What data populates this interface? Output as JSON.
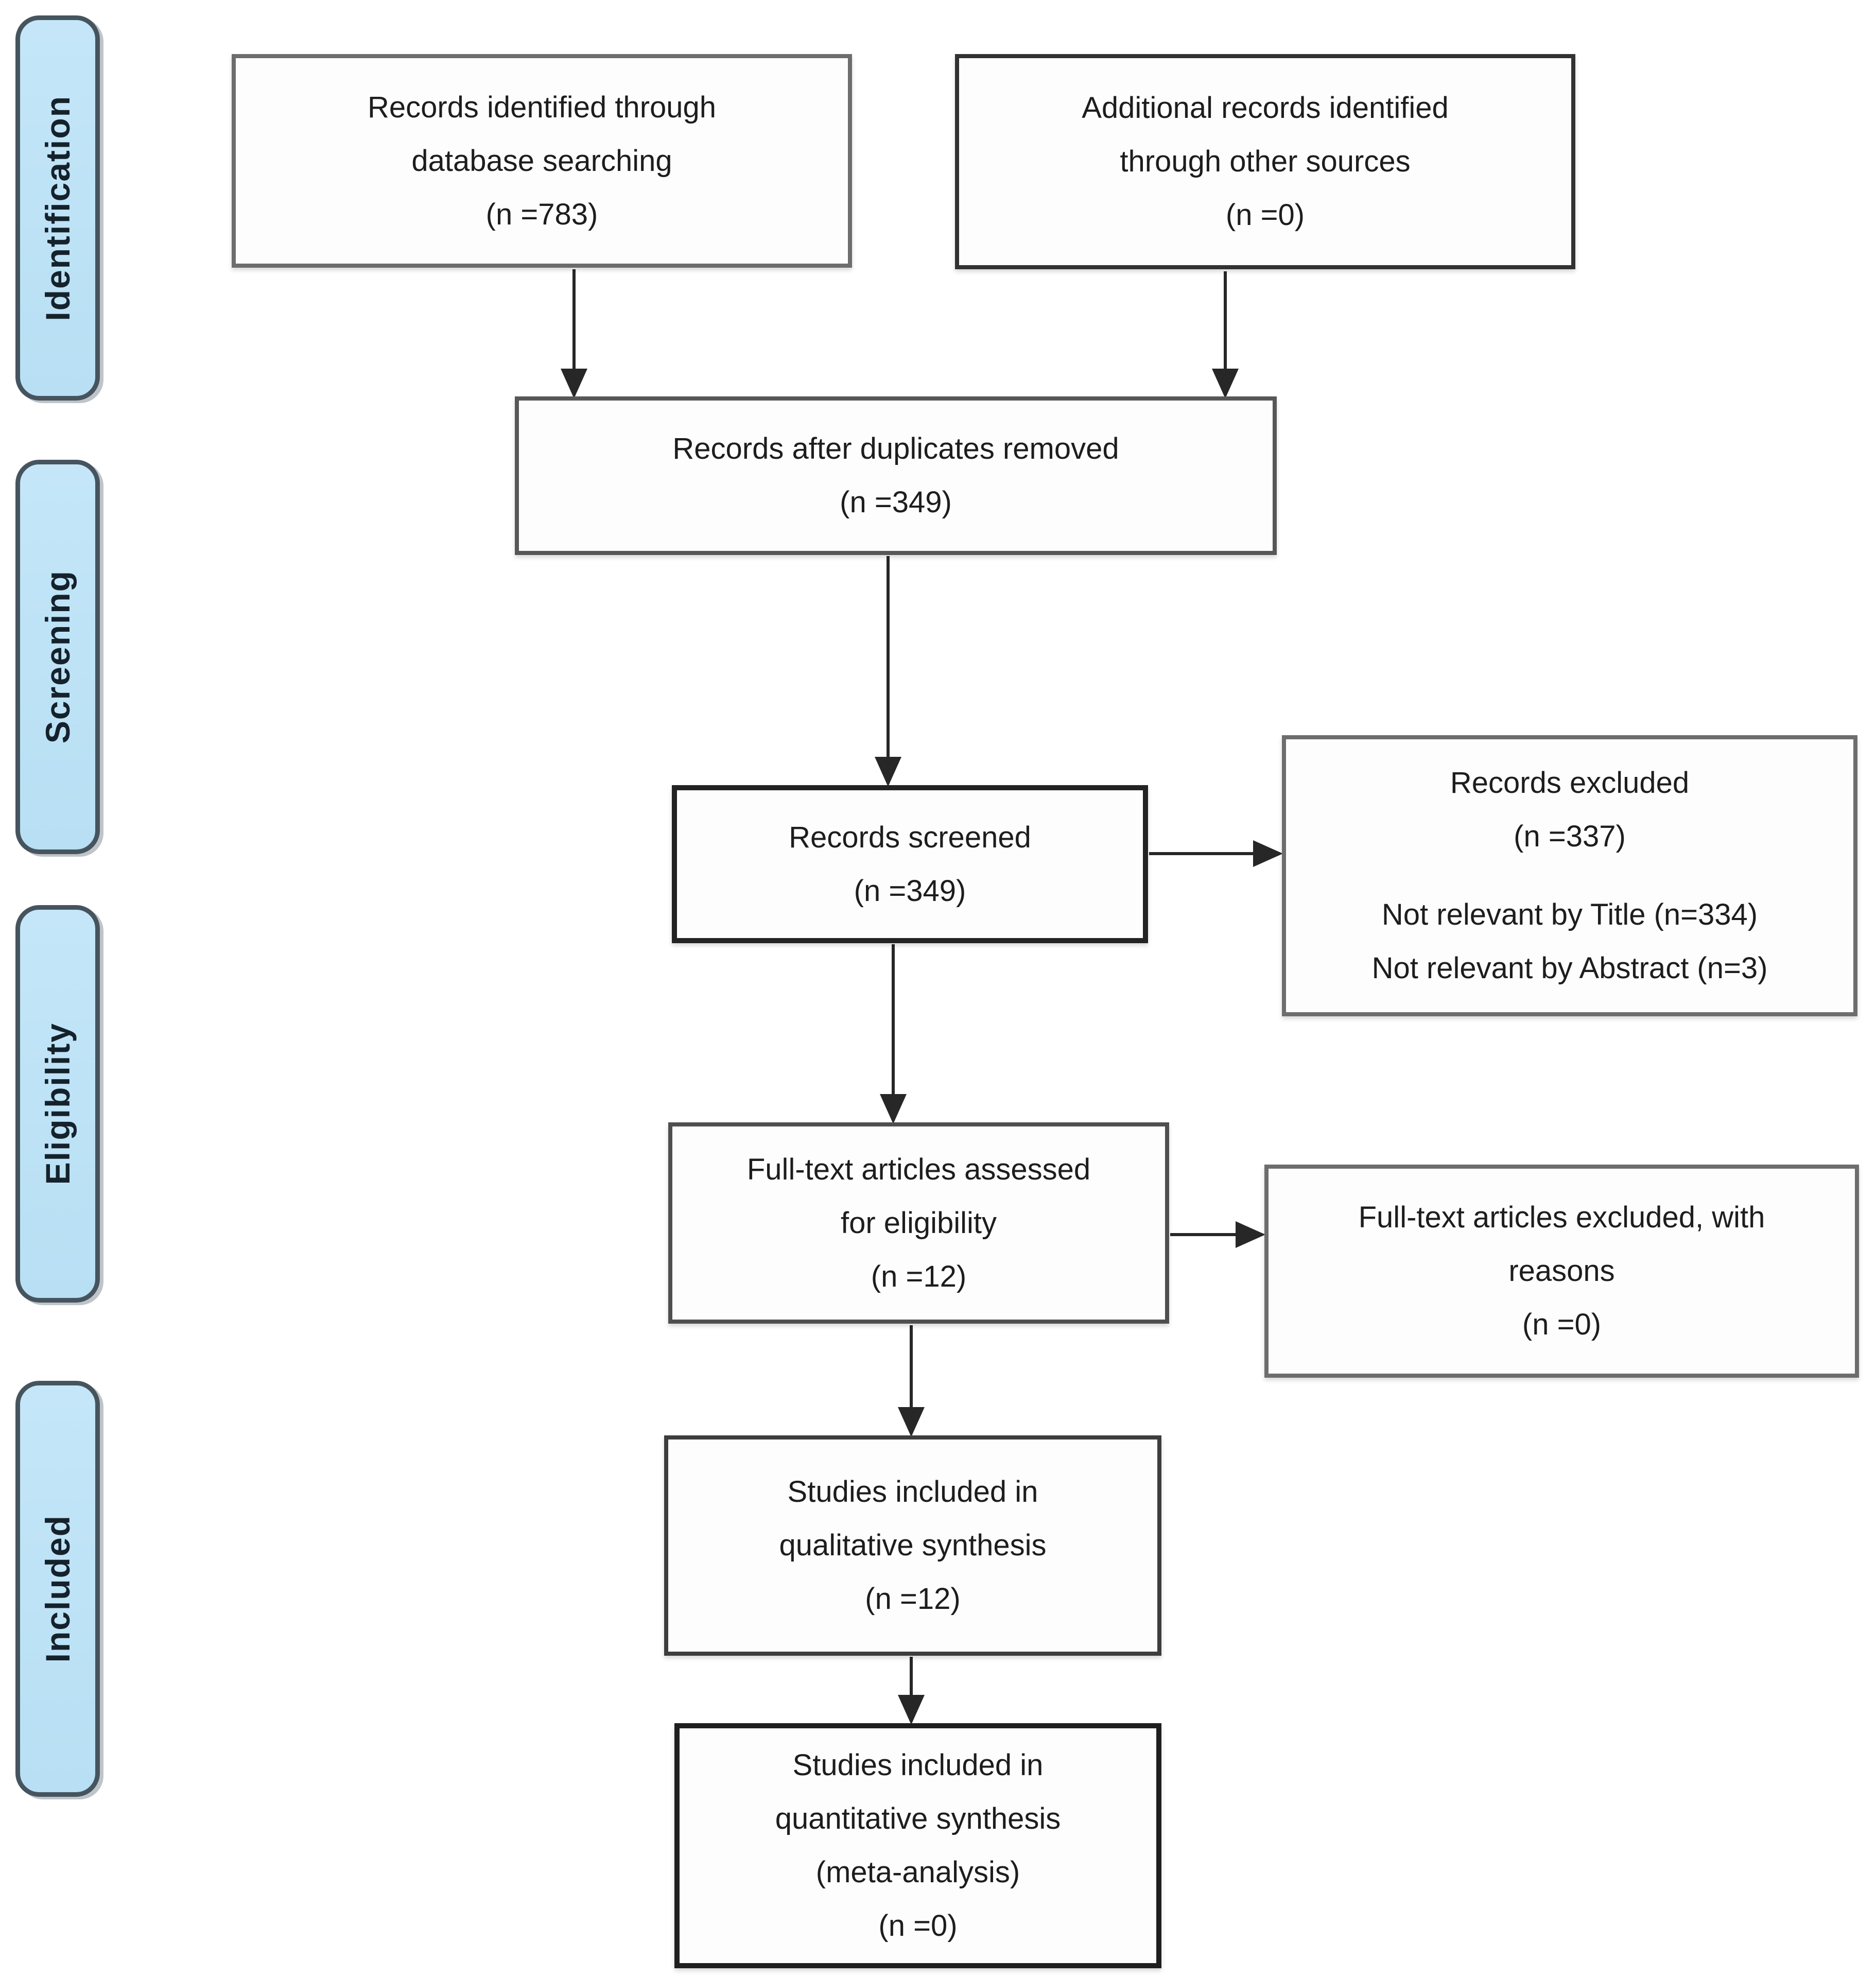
{
  "stages": [
    {
      "label": "Identification"
    },
    {
      "label": "Screening"
    },
    {
      "label": "Eligibility"
    },
    {
      "label": "Included"
    }
  ],
  "boxes": {
    "records_identified": {
      "lines": [
        "Records identified through",
        "database searching",
        "(n =783)"
      ]
    },
    "additional_records": {
      "lines": [
        "Additional records identified",
        "through other sources",
        "(n =0)"
      ]
    },
    "after_duplicates": {
      "lines": [
        "Records after duplicates removed",
        "(n =349)"
      ]
    },
    "records_screened": {
      "lines": [
        "Records screened",
        "(n =349)"
      ]
    },
    "records_excluded": {
      "lines": [
        "Records excluded",
        "(n =337)",
        "",
        "Not relevant by Title (n=334)",
        "Not relevant by Abstract (n=3)"
      ]
    },
    "fulltext_assessed": {
      "lines": [
        "Full-text articles assessed",
        "for eligibility",
        "(n =12)"
      ]
    },
    "fulltext_excluded": {
      "lines": [
        "Full-text articles excluded, with",
        "reasons",
        "(n =0)"
      ]
    },
    "qualitative_synthesis": {
      "lines": [
        "Studies included in",
        "qualitative synthesis",
        "(n =12)"
      ]
    },
    "quantitative_synthesis": {
      "lines": [
        "Studies included in",
        "quantitative synthesis",
        "(meta-analysis)",
        "(n =0)"
      ]
    }
  },
  "colors": {
    "stage_fill": "#bfe3f6",
    "stage_border": "#46545e",
    "box_fill": "#fdfdfd",
    "box_border": "#5f5f5f",
    "connector": "#272727",
    "text": "#1d1d1d"
  }
}
